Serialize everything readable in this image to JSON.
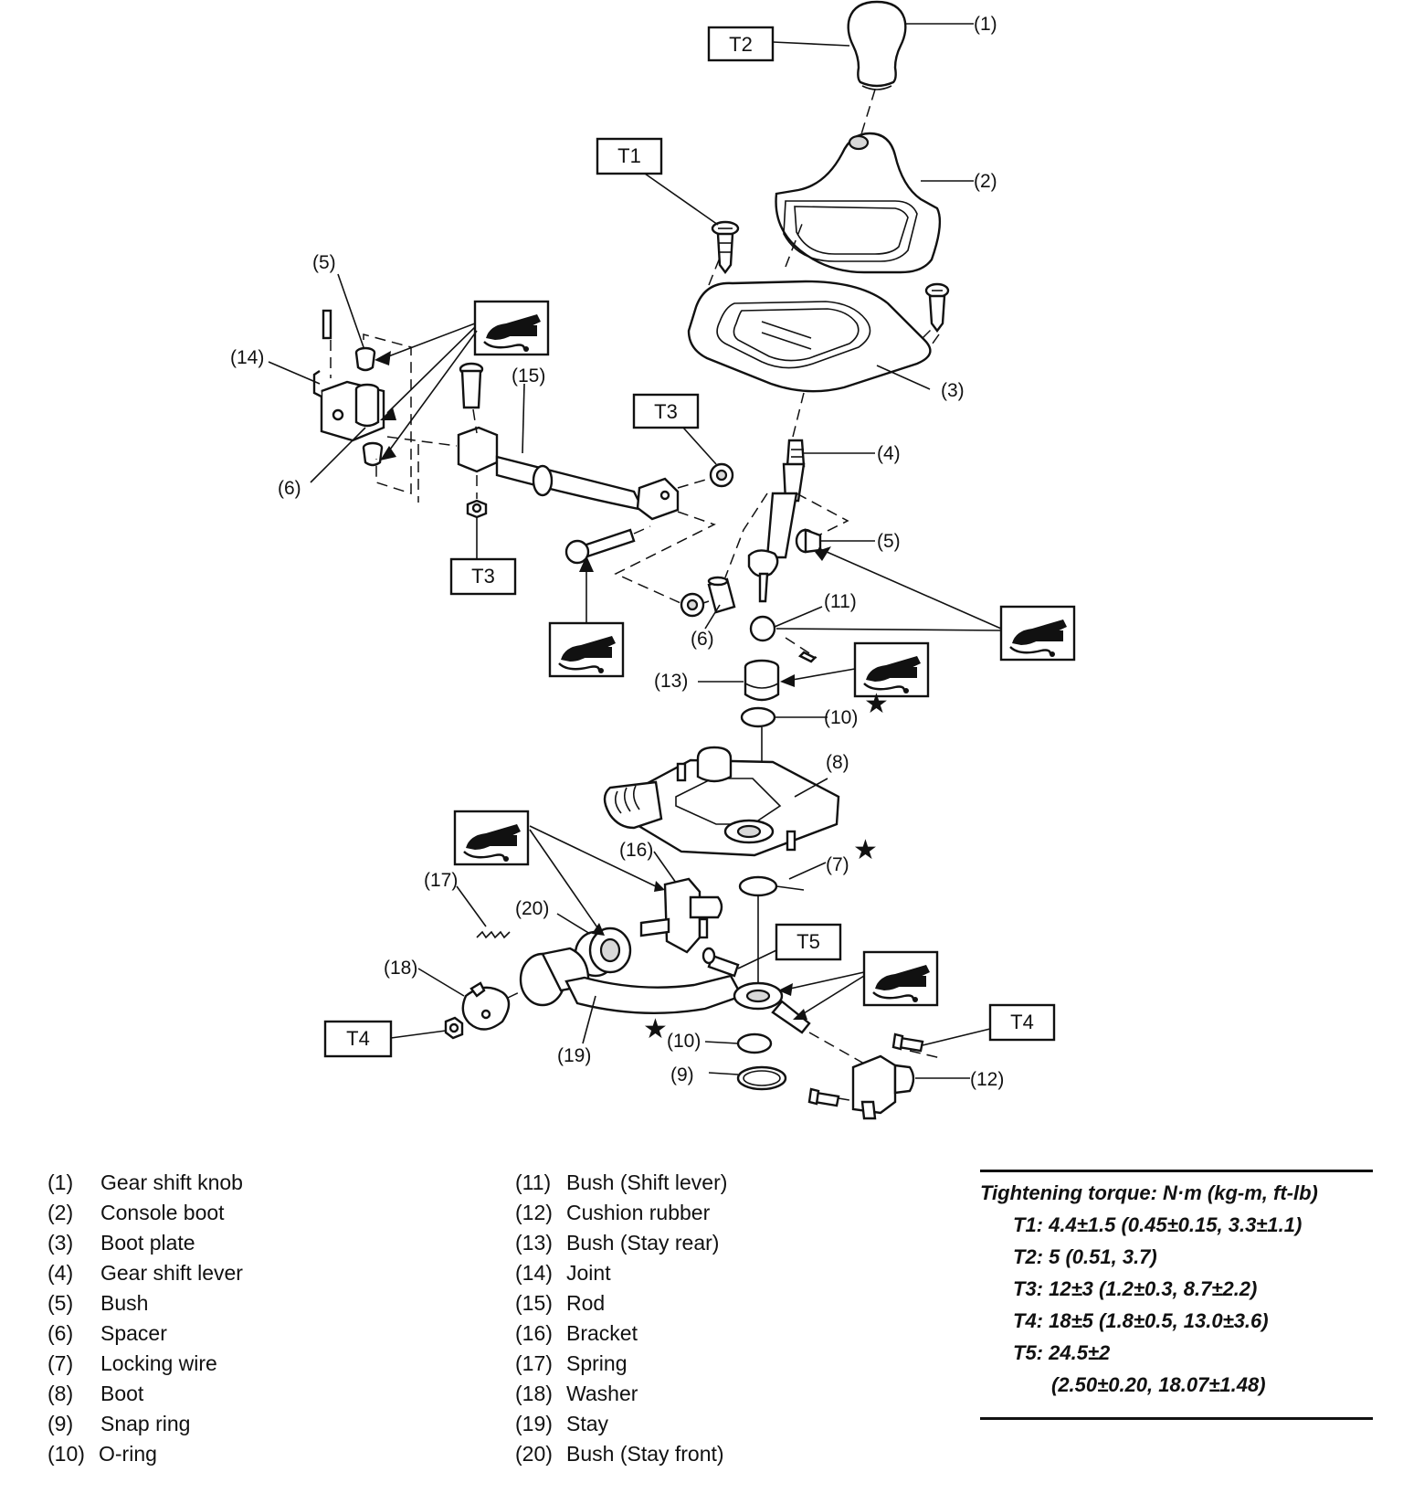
{
  "callouts": {
    "c1": "(1)",
    "c2": "(2)",
    "c3": "(3)",
    "c4": "(4)",
    "c5a": "(5)",
    "c5b": "(5)",
    "c6a": "(6)",
    "c6b": "(6)",
    "c7": "(7)",
    "c8": "(8)",
    "c9": "(9)",
    "c10a": "(10)",
    "c10b": "(10)",
    "c11": "(11)",
    "c12": "(12)",
    "c13": "(13)",
    "c14": "(14)",
    "c15": "(15)",
    "c16": "(16)",
    "c17": "(17)",
    "c18": "(18)",
    "c19": "(19)",
    "c20": "(20)"
  },
  "torque_tags": {
    "t1": "T1",
    "t2": "T2",
    "t3a": "T3",
    "t3b": "T3",
    "t4a": "T4",
    "t4b": "T4",
    "t5": "T5"
  },
  "parts": [
    {
      "num": "(1)",
      "name": "Gear shift knob"
    },
    {
      "num": "(2)",
      "name": "Console boot"
    },
    {
      "num": "(3)",
      "name": "Boot plate"
    },
    {
      "num": "(4)",
      "name": "Gear shift lever"
    },
    {
      "num": "(5)",
      "name": "Bush"
    },
    {
      "num": "(6)",
      "name": "Spacer"
    },
    {
      "num": "(7)",
      "name": "Locking wire"
    },
    {
      "num": "(8)",
      "name": "Boot"
    },
    {
      "num": "(9)",
      "name": "Snap ring"
    },
    {
      "num": "(10)",
      "name": "O-ring"
    },
    {
      "num": "(11)",
      "name": "Bush (Shift lever)"
    },
    {
      "num": "(12)",
      "name": "Cushion rubber"
    },
    {
      "num": "(13)",
      "name": "Bush (Stay rear)"
    },
    {
      "num": "(14)",
      "name": "Joint"
    },
    {
      "num": "(15)",
      "name": "Rod"
    },
    {
      "num": "(16)",
      "name": "Bracket"
    },
    {
      "num": "(17)",
      "name": "Spring"
    },
    {
      "num": "(18)",
      "name": "Washer"
    },
    {
      "num": "(19)",
      "name": "Stay"
    },
    {
      "num": "(20)",
      "name": "Bush (Stay front)"
    }
  ],
  "torque": {
    "title": "Tightening torque: N·m (kg-m, ft-lb)",
    "t1": "T1: 4.4±1.5 (0.45±0.15, 3.3±1.1)",
    "t2": "T2: 5 (0.51, 3.7)",
    "t3": "T3: 12±3 (1.2±0.3, 8.7±2.2)",
    "t4": "T4: 18±5 (1.8±0.5, 13.0±3.6)",
    "t5": "T5: 24.5±2",
    "t5b": "(2.50±0.20, 18.07±1.48)"
  }
}
